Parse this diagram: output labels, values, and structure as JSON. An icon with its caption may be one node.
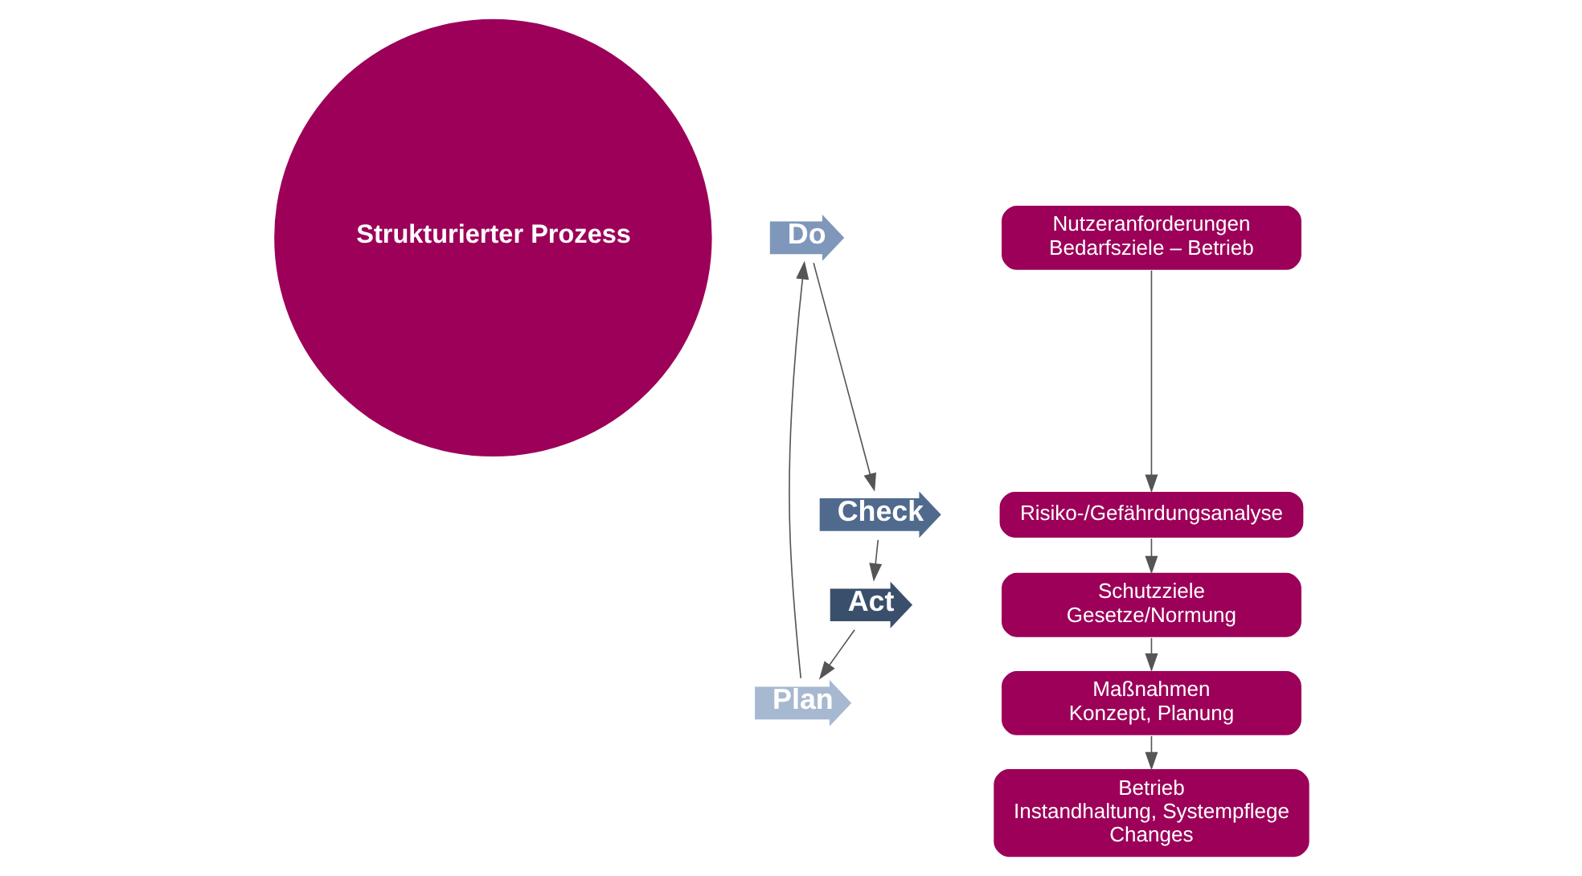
{
  "diagram": {
    "nodes": [
      {
        "text": [
          "Strukturierter Prozess"
        ]
      },
      {
        "text": [
          "Plan"
        ]
      },
      {
        "text": [
          "Do"
        ]
      },
      {
        "text": [
          "Check"
        ]
      },
      {
        "text": [
          "Act"
        ]
      },
      {
        "text": [
          "Nutzeranforderungen",
          "Bedarfsziele – Betrieb"
        ]
      },
      {
        "text": [
          "Risiko-/Gefährdungsanalyse"
        ]
      },
      {
        "text": [
          "Schutzziele",
          "Gesetze/Normung"
        ]
      },
      {
        "text": [
          "Maßnahmen",
          "Konzept, Planung"
        ]
      },
      {
        "text": [
          "Betrieb",
          "Instandhaltung, Systempflege",
          "Changes"
        ]
      }
    ],
    "edges": [
      {
        "from": 1,
        "to": 2,
        "arrow": "to"
      },
      {
        "from": 2,
        "to": 3,
        "arrow": "to"
      },
      {
        "from": 3,
        "to": 4,
        "arrow": "to"
      },
      {
        "from": 4,
        "to": 1,
        "arrow": "to"
      },
      {
        "from": 5,
        "to": 6,
        "arrow": "to"
      },
      {
        "from": 6,
        "to": 7,
        "arrow": "to"
      },
      {
        "from": 7,
        "to": 8,
        "arrow": "to"
      },
      {
        "from": 8,
        "to": 9,
        "arrow": "to"
      }
    ]
  }
}
